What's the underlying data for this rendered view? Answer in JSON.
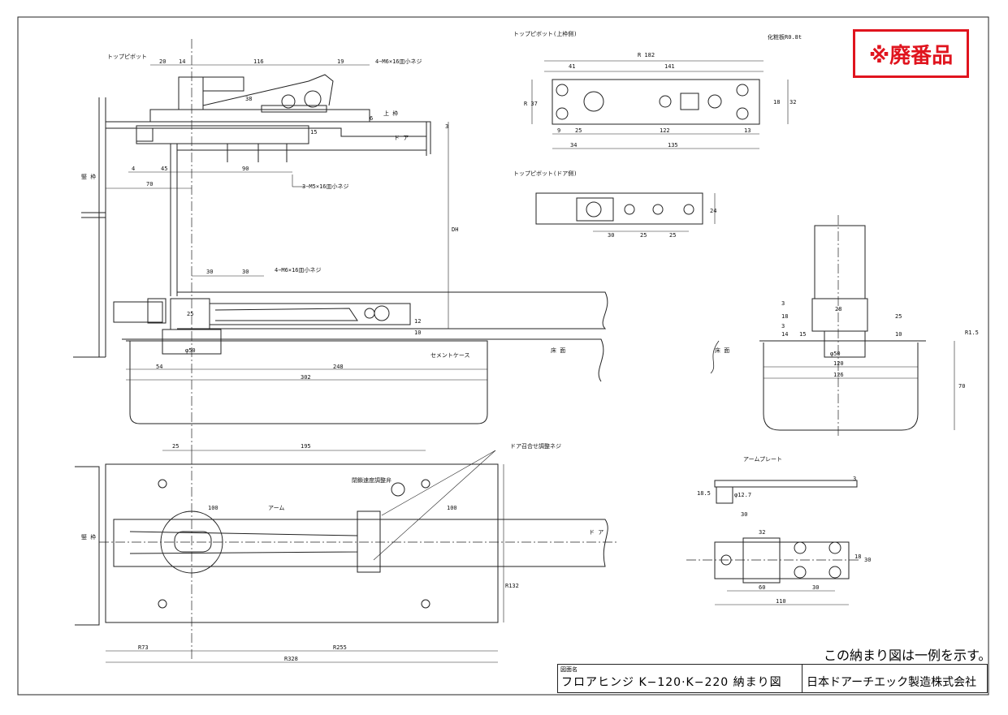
{
  "stamp": "※廃番品",
  "note": "この納まり図は一例を示す。",
  "title_block": {
    "caption": "図面名",
    "drawing_name": "フロアヒンジ K−120·K−220 納まり図",
    "company": "日本ドアーチエック製造株式会社"
  },
  "labels": {
    "top_pivot": "トップピボット",
    "top_pivot_frame": "トップピボット(上枠側)",
    "top_pivot_door": "トップピボット(ドア側)",
    "screw_m6_top": "4−M6×16皿小ネジ",
    "screw_m5": "3−M5×16皿小ネジ",
    "screw_m6_mid": "4−M6×16皿小ネジ",
    "upper_frame": "上 枠",
    "door": "ド ア",
    "jamb": "竪 枠",
    "cement_case": "セメントケース",
    "floor": "床 面",
    "floor_right": "床 面",
    "door_adjust_screw": "ドア召合せ調整ネジ",
    "speed_valve": "閉鎖速度調整弁",
    "arm": "アーム",
    "door_plan": "ド ア",
    "jamb_plan": "竪 枠",
    "arm_plate": "アームプレート",
    "finish_plate": "化粧板R0.8t"
  },
  "dims": {
    "d20": "20",
    "d14": "14",
    "d116": "116",
    "d19": "19",
    "d38": "38",
    "d6": "6",
    "d15": "15",
    "d3": "3",
    "d4": "4",
    "d45": "45",
    "d90": "90",
    "d70": "70",
    "dh": "DH",
    "d30a": "30",
    "d30b": "30",
    "d25": "25",
    "d10": "10",
    "d12": "12",
    "phi50": "φ50",
    "d54": "54",
    "d248": "248",
    "d302": "302",
    "p_r182": "R 182",
    "p_41": "41",
    "p_141": "141",
    "p_r37": "R 37",
    "p_18": "18",
    "p_32": "32",
    "p_9": "9",
    "p_25": "25",
    "p_122": "122",
    "p_13": "13",
    "p_34": "34",
    "p_135": "135",
    "dd_30": "30",
    "dd_25a": "25",
    "dd_25b": "25",
    "dd_24": "24",
    "r_3": "3",
    "r_18": "18",
    "r_3b": "3",
    "r_28": "28",
    "r_25": "25",
    "r_10": "10",
    "r_14": "14",
    "r_15": "15",
    "r_phi50": "φ50",
    "r_120": "120",
    "r_126": "126",
    "r_70": "70",
    "r_r15": "R1.5",
    "b_25": "25",
    "b_195": "195",
    "b_100": "100",
    "b_100b": "100",
    "b_r132": "R132",
    "b_r73": "R73",
    "b_r255": "R255",
    "b_r328": "R328",
    "ap_18_5": "18.5",
    "ap_phi12_7": "φ12.7",
    "ap_30": "30",
    "ap_3": "3",
    "ap_32": "32",
    "ap_18": "18",
    "ap_30b": "30",
    "ap_60": "60",
    "ap_30c": "30",
    "ap_110": "110"
  }
}
